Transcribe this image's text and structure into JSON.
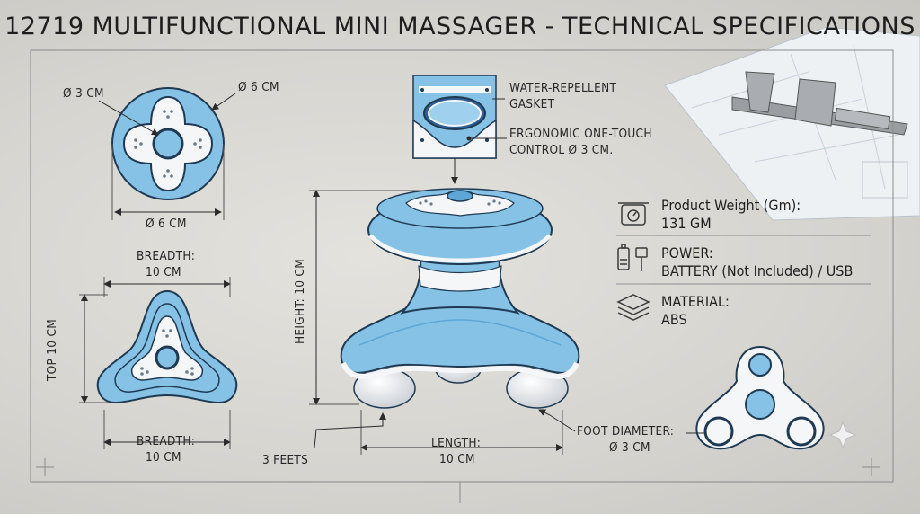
{
  "title": "12719 MULTIFUNCTIONAL MINI MASSAGER - TECHNICAL SPECIFICATIONS",
  "top_view": {
    "inner_diameter": "Ø 3 CM",
    "outer_diameter_top": "Ø 6 CM",
    "outer_diameter_bottom": "Ø 6 CM"
  },
  "side_view": {
    "breadth_top_1": "BREADTH:",
    "breadth_top_2": "10 CM",
    "top_height": "TOP 10 CM",
    "breadth_bottom_1": "BREADTH:",
    "breadth_bottom_2": "10 CM"
  },
  "callouts": {
    "gasket_1": "WATER-REPELLENT",
    "gasket_2": "GASKET",
    "control_1": "ERGONOMIC ONE-TOUCH",
    "control_2": "CONTROL Ø 3 CM.",
    "height": "HEIGHT: 10 CM",
    "feet": "3 FEETS",
    "length_1": "LENGTH:",
    "length_2": "10 CM",
    "foot_1": "FOOT DIAMETER:",
    "foot_2": "Ø 3 CM"
  },
  "specs": [
    {
      "icon": "scale-icon",
      "label": "Product Weight (Gm):",
      "value": "131 GM"
    },
    {
      "icon": "battery-usb-icon",
      "label": "POWER:",
      "value": "BATTERY (Not Included) / USB"
    },
    {
      "icon": "layers-icon",
      "label": "MATERIAL:",
      "value": "ABS"
    }
  ],
  "colors": {
    "body_blue": "#86c2e6",
    "ring_blue": "#5da6d6",
    "outline": "#1f3a52",
    "white": "#f4f6f8"
  }
}
